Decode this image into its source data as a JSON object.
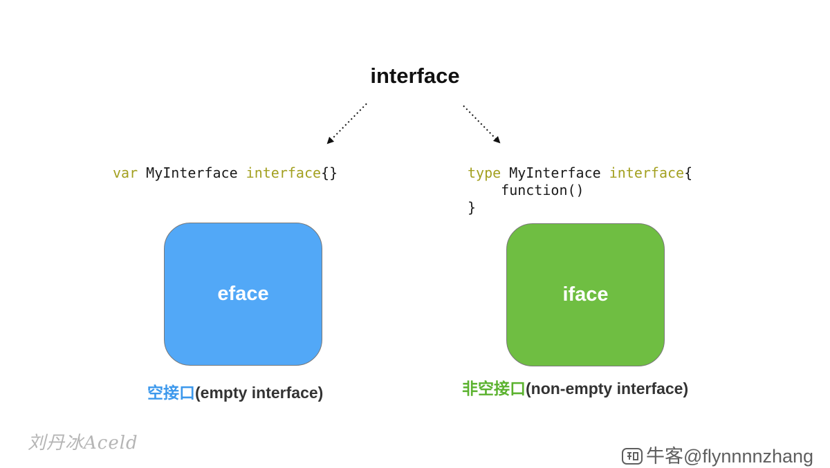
{
  "title": "interface",
  "left": {
    "code": {
      "kw1": "var",
      "name": " MyInterface ",
      "kw2": "interface",
      "rest": "{}"
    },
    "box_label": "eface",
    "box_color": "#52a8f7",
    "caption_cn": "空接口",
    "caption_en": "(empty interface)",
    "caption_cn_color": "#3c98ec"
  },
  "right": {
    "code": {
      "kw1": "type",
      "name": " MyInterface ",
      "kw2": "interface",
      "open": "{",
      "line2": "    function()",
      "line3": "}"
    },
    "box_label": "iface",
    "box_color": "#6fbe42",
    "caption_cn": "非空接口",
    "caption_en": "(non-empty interface)",
    "caption_cn_color": "#5bb22f"
  },
  "watermarks": {
    "left": "刘丹冰Aceld",
    "right_icon": "zhihu-logo-icon",
    "right": "牛客@flynnnnzhang"
  }
}
